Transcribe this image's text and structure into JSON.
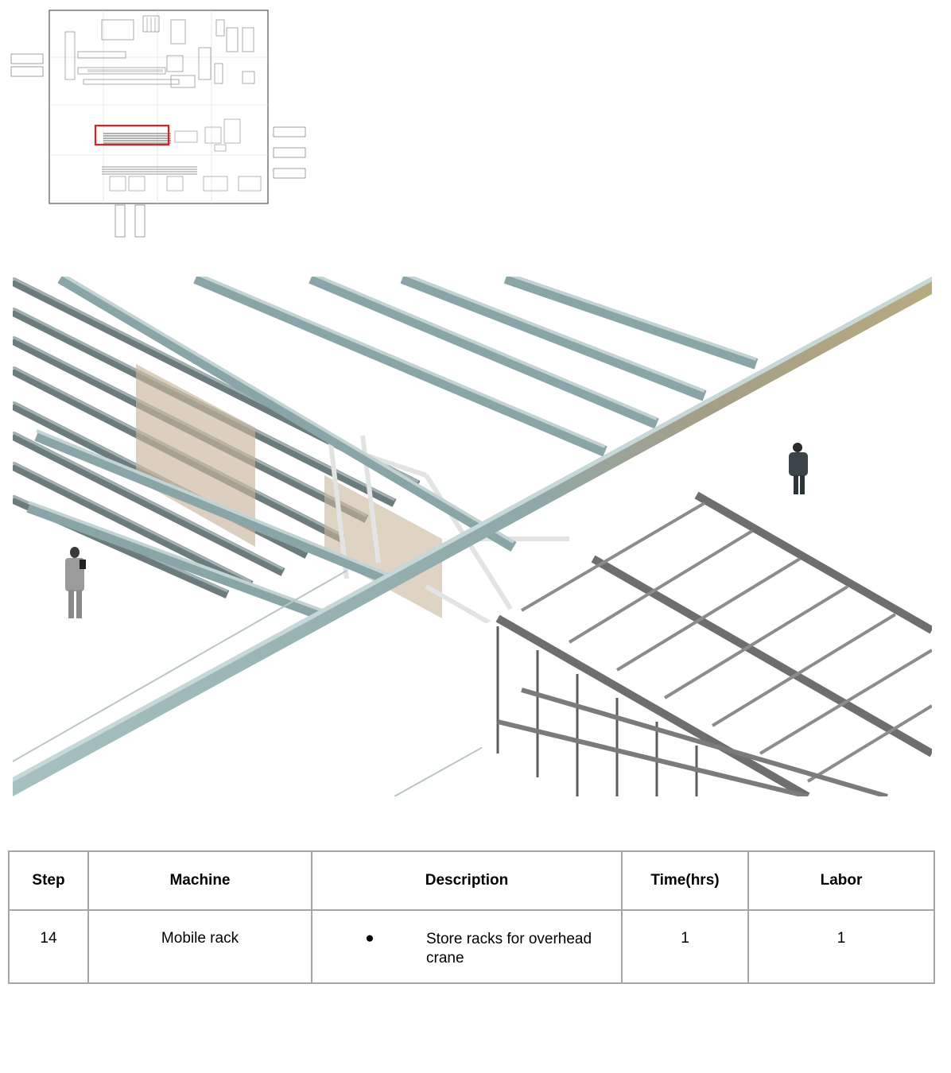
{
  "colors": {
    "highlight_box": "#e01f1f",
    "beam": "#93aeb0",
    "rail": "#5f7071",
    "rack_metal": "#7a7a7a",
    "table_border": "#a6a6a6"
  },
  "table": {
    "headers": {
      "step": "Step",
      "machine": "Machine",
      "description": "Description",
      "time": "Time(hrs)",
      "labor": "Labor"
    },
    "rows": [
      {
        "step": "14",
        "machine": "Mobile rack",
        "bullet": "●",
        "description": "Store racks for overhead crane",
        "time": "1",
        "labor": "1"
      }
    ]
  }
}
